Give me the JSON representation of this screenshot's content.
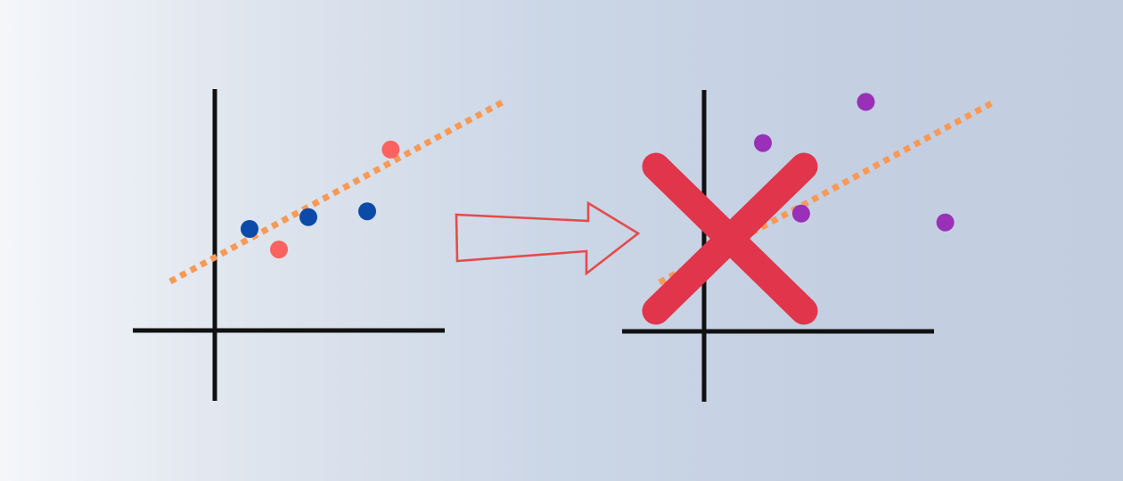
{
  "colors": {
    "axis": "#111111",
    "fit_line": "#f79a56",
    "blue_point": "#0b4aa8",
    "red_point": "#fb6260",
    "purple_point": "#9a2fb8",
    "arrow": "#e44b4b",
    "cross": "#e0354a"
  },
  "left_panel": {
    "points": [
      {
        "series": "blue",
        "x": 1,
        "y": 3
      },
      {
        "series": "red",
        "x": 2,
        "y": 2.3
      },
      {
        "series": "blue",
        "x": 3,
        "y": 3.4
      },
      {
        "series": "blue",
        "x": 5,
        "y": 3.6
      },
      {
        "series": "red",
        "x": 5.8,
        "y": 5.7
      }
    ]
  },
  "right_panel": {
    "points": [
      {
        "series": "purple",
        "x": 2,
        "y": 5.8
      },
      {
        "series": "purple",
        "x": 3.3,
        "y": 3.4
      },
      {
        "series": "purple",
        "x": 5.5,
        "y": 7.2
      },
      {
        "series": "purple",
        "x": 8.2,
        "y": 3.1
      }
    ],
    "crossed_out": true
  },
  "icons": {
    "arrow": "right-arrow-icon",
    "cross": "cross-mark-icon"
  }
}
